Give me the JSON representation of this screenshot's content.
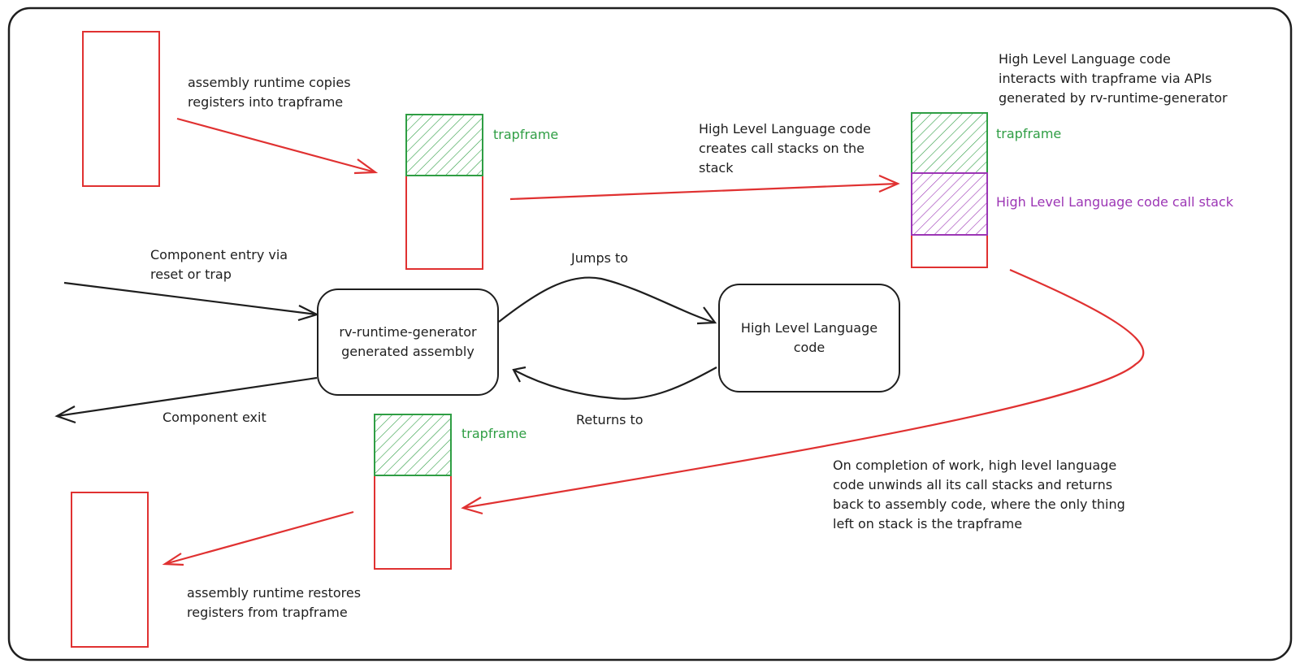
{
  "diagram": {
    "colors": {
      "stroke": "#1e1e1e",
      "memory": "#e03131",
      "trapframe": "#2f9e44",
      "callstack": "#9c36b5"
    },
    "nodes": {
      "assembly": "rv-runtime-generator\ngenerated assembly",
      "hll": "High Level Language\ncode"
    },
    "labels": {
      "copy_regs": "assembly runtime copies\nregisters into trapframe",
      "trapframe_1": "trapframe",
      "creates_stacks": "High Level Language code\ncreates call stacks on the\nstack",
      "interacts": "High Level Language code\ninteracts with trapframe via APIs\ngenerated by rv-runtime-generator",
      "trapframe_2": "trapframe",
      "call_stack": "High Level Language code call stack",
      "entry": "Component entry via\nreset or trap",
      "jumps_to": "Jumps to",
      "returns_to": "Returns to",
      "exit": "Component exit",
      "trapframe_3": "trapframe",
      "completion": "On completion of work, high level language\ncode unwinds all its call stacks and returns\nback to assembly code, where the only thing\nleft on stack is the trapframe",
      "restore_regs": "assembly runtime restores\nregisters from trapframe"
    }
  }
}
